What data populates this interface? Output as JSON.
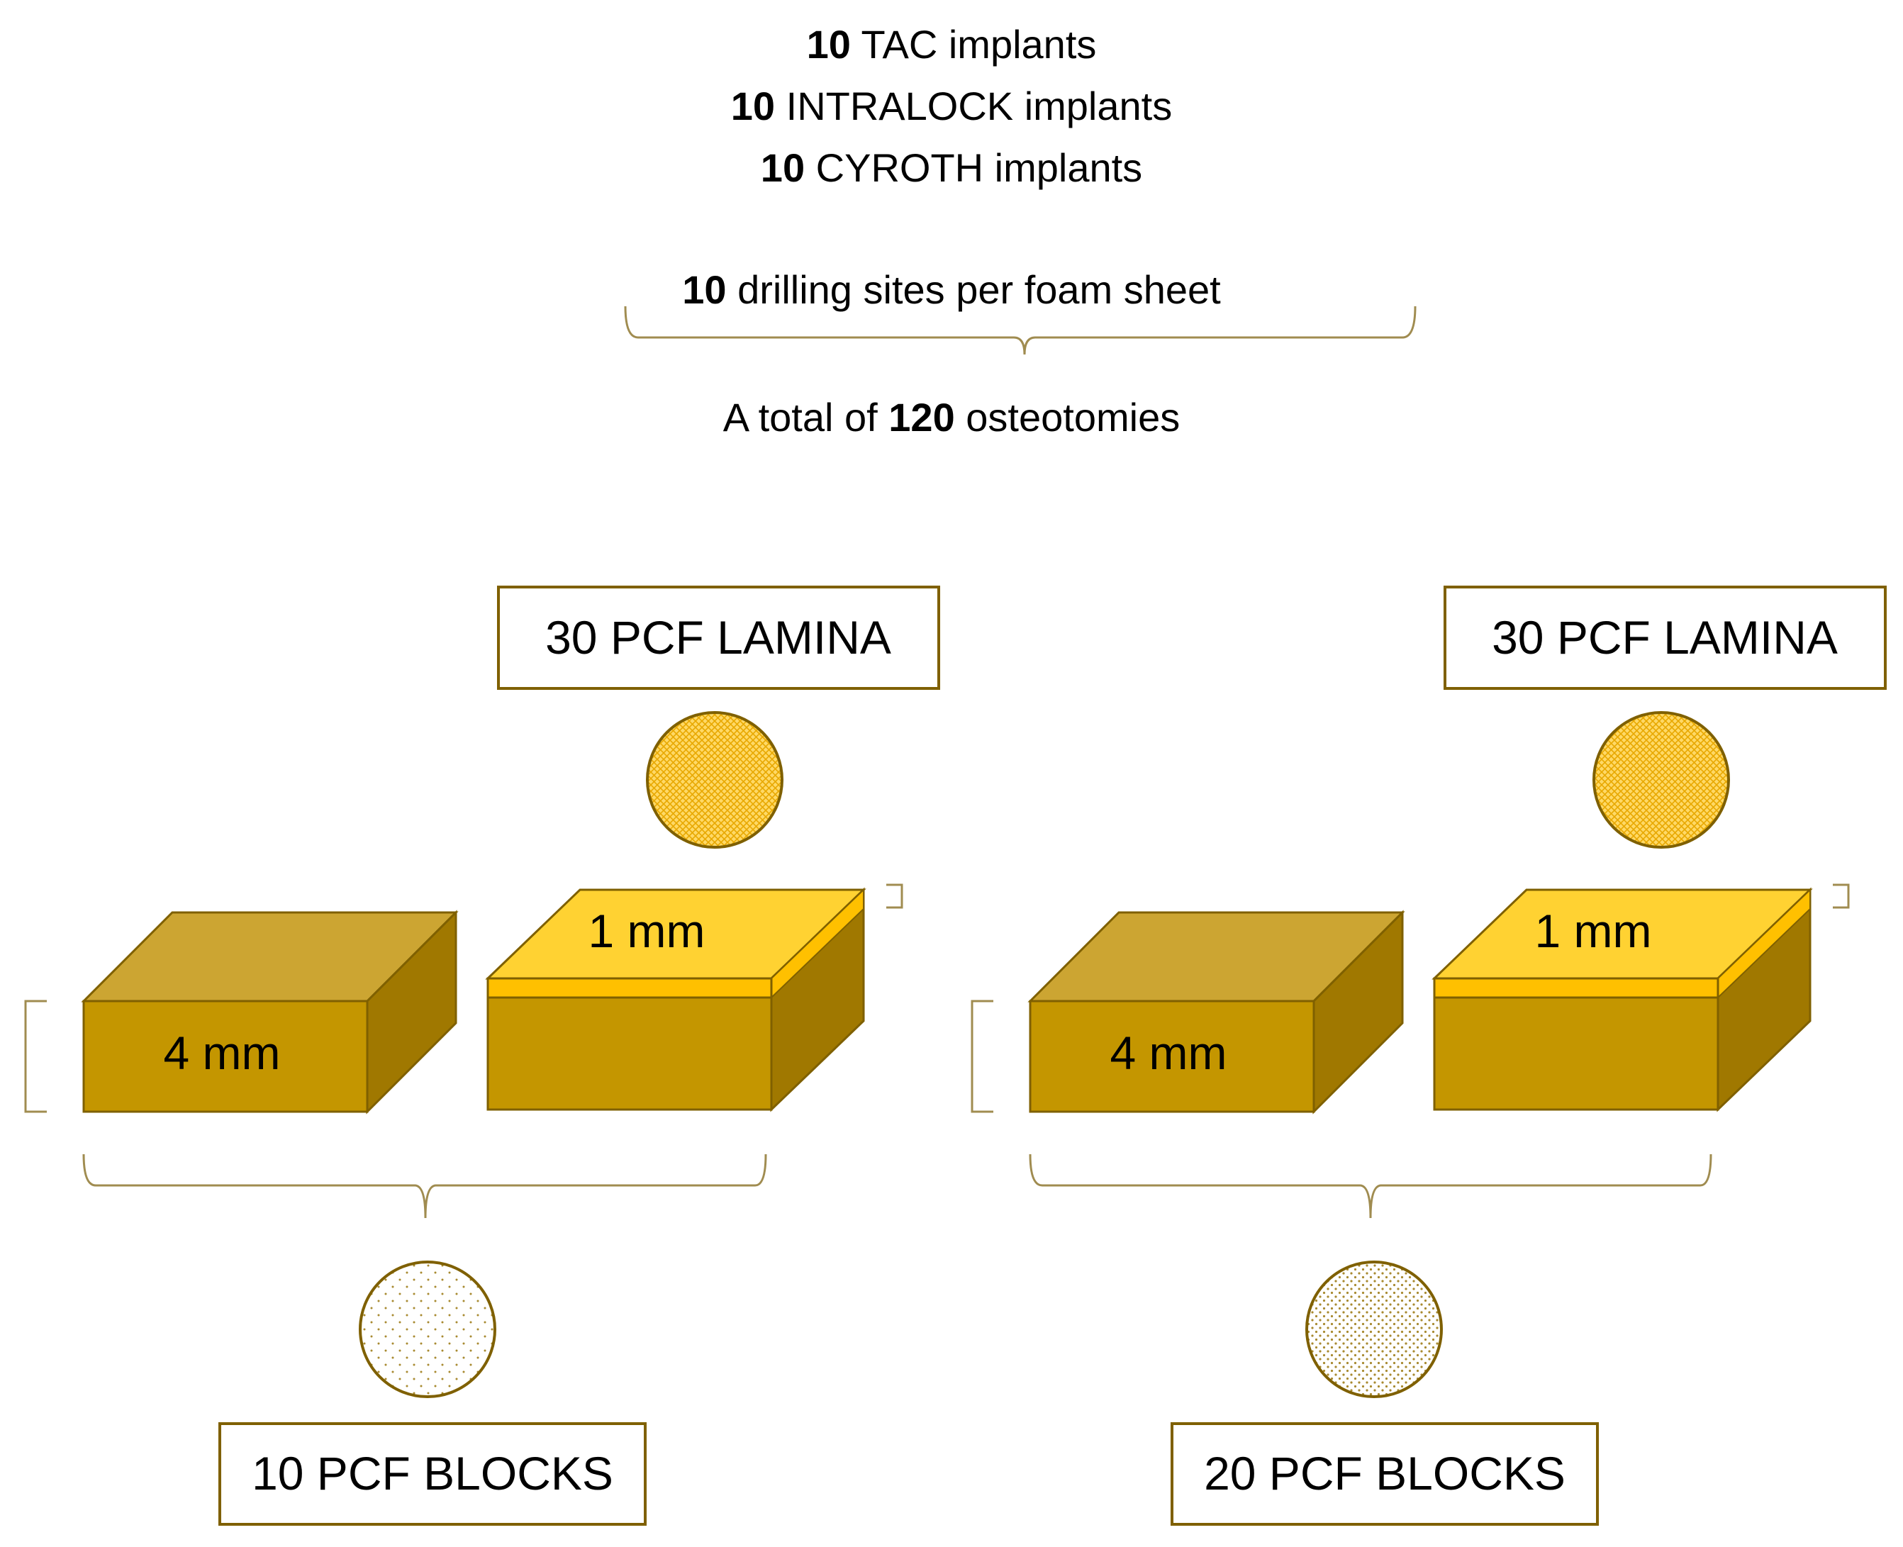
{
  "header": {
    "lines": [
      {
        "count": "10",
        "text": " TAC implants"
      },
      {
        "count": "10",
        "text": " INTRALOCK implants"
      },
      {
        "count": "10",
        "text": " CYROTH implants"
      }
    ],
    "drilling": {
      "count": "10",
      "text": " drilling sites per foam sheet"
    },
    "total": {
      "prefix": "A total of ",
      "count": "120",
      "suffix": " osteotomies"
    }
  },
  "groups": [
    {
      "lamina_label": "30 PCF LAMINA",
      "block_label": "10 PCF BLOCKS",
      "block_thickness": "4 mm",
      "lamina_thickness": "1 mm"
    },
    {
      "lamina_label": "30 PCF LAMINA",
      "block_label": "20 PCF BLOCKS",
      "block_thickness": "4 mm",
      "lamina_thickness": "1 mm"
    }
  ],
  "colors": {
    "block_front": "#c49600",
    "block_top": "#cca532",
    "block_side": "#a07800",
    "lamina_top": "#ffd232",
    "lamina_strip": "#ffc000",
    "outline": "#7f6000",
    "brace": "#a08c50",
    "box_border": "#7f6000"
  }
}
